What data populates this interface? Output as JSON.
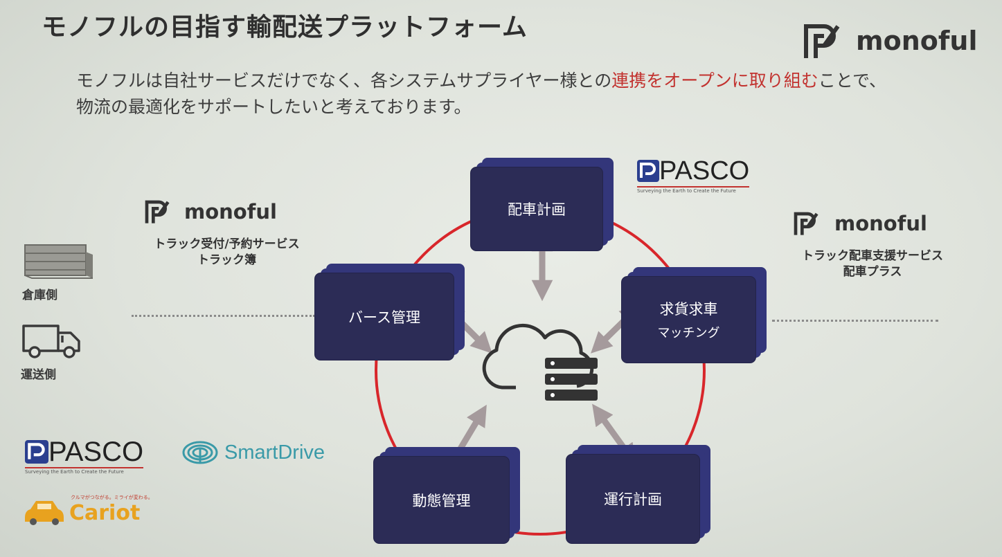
{
  "title": "モノフルの目指す輸配送プラットフォーム",
  "subtitle": {
    "pre": "モノフルは自社サービスだけでなく、各システムサプライヤー様との",
    "highlight1": "連携をオープンに取り組む",
    "post": "ことで、",
    "line2": "物流の最適化をサポートしたいと考えております。"
  },
  "brand_name": "monoful",
  "left_service": {
    "line1": "トラック受付/予約サービス",
    "line2": "トラック簿"
  },
  "right_service": {
    "line1": "トラック配車支援サービス",
    "line2": "配車プラス"
  },
  "side_labels": {
    "warehouse": "倉庫側",
    "transport": "運送側"
  },
  "nodes": {
    "dispatch": "配車計画",
    "berth": "バース管理",
    "matching_line1": "求貨求車",
    "matching_line2": "マッチング",
    "tracking": "動態管理",
    "operation": "運行計画"
  },
  "partners": {
    "pasco": "PASCO",
    "pasco_tagline": "Surveying the Earth to Create the Future",
    "smartdrive": "SmartDrive",
    "cariot": "Cariot",
    "cariot_tagline": "クルマがつながる。ミライが変わる。"
  },
  "colors": {
    "node_fill": "#2c2c56",
    "node_stack": "#33367a",
    "ring": "#d8262b",
    "arrow": "#a59a9c",
    "highlight_text": "#c2322f",
    "smartdrive": "#3a9aa8",
    "cariot": "#e8a21f"
  },
  "icons": [
    "monoful-logo-icon",
    "cloud-server-icon",
    "warehouse-icon",
    "truck-icon",
    "pasco-logo-icon",
    "smartdrive-logo-icon",
    "cariot-car-icon"
  ]
}
